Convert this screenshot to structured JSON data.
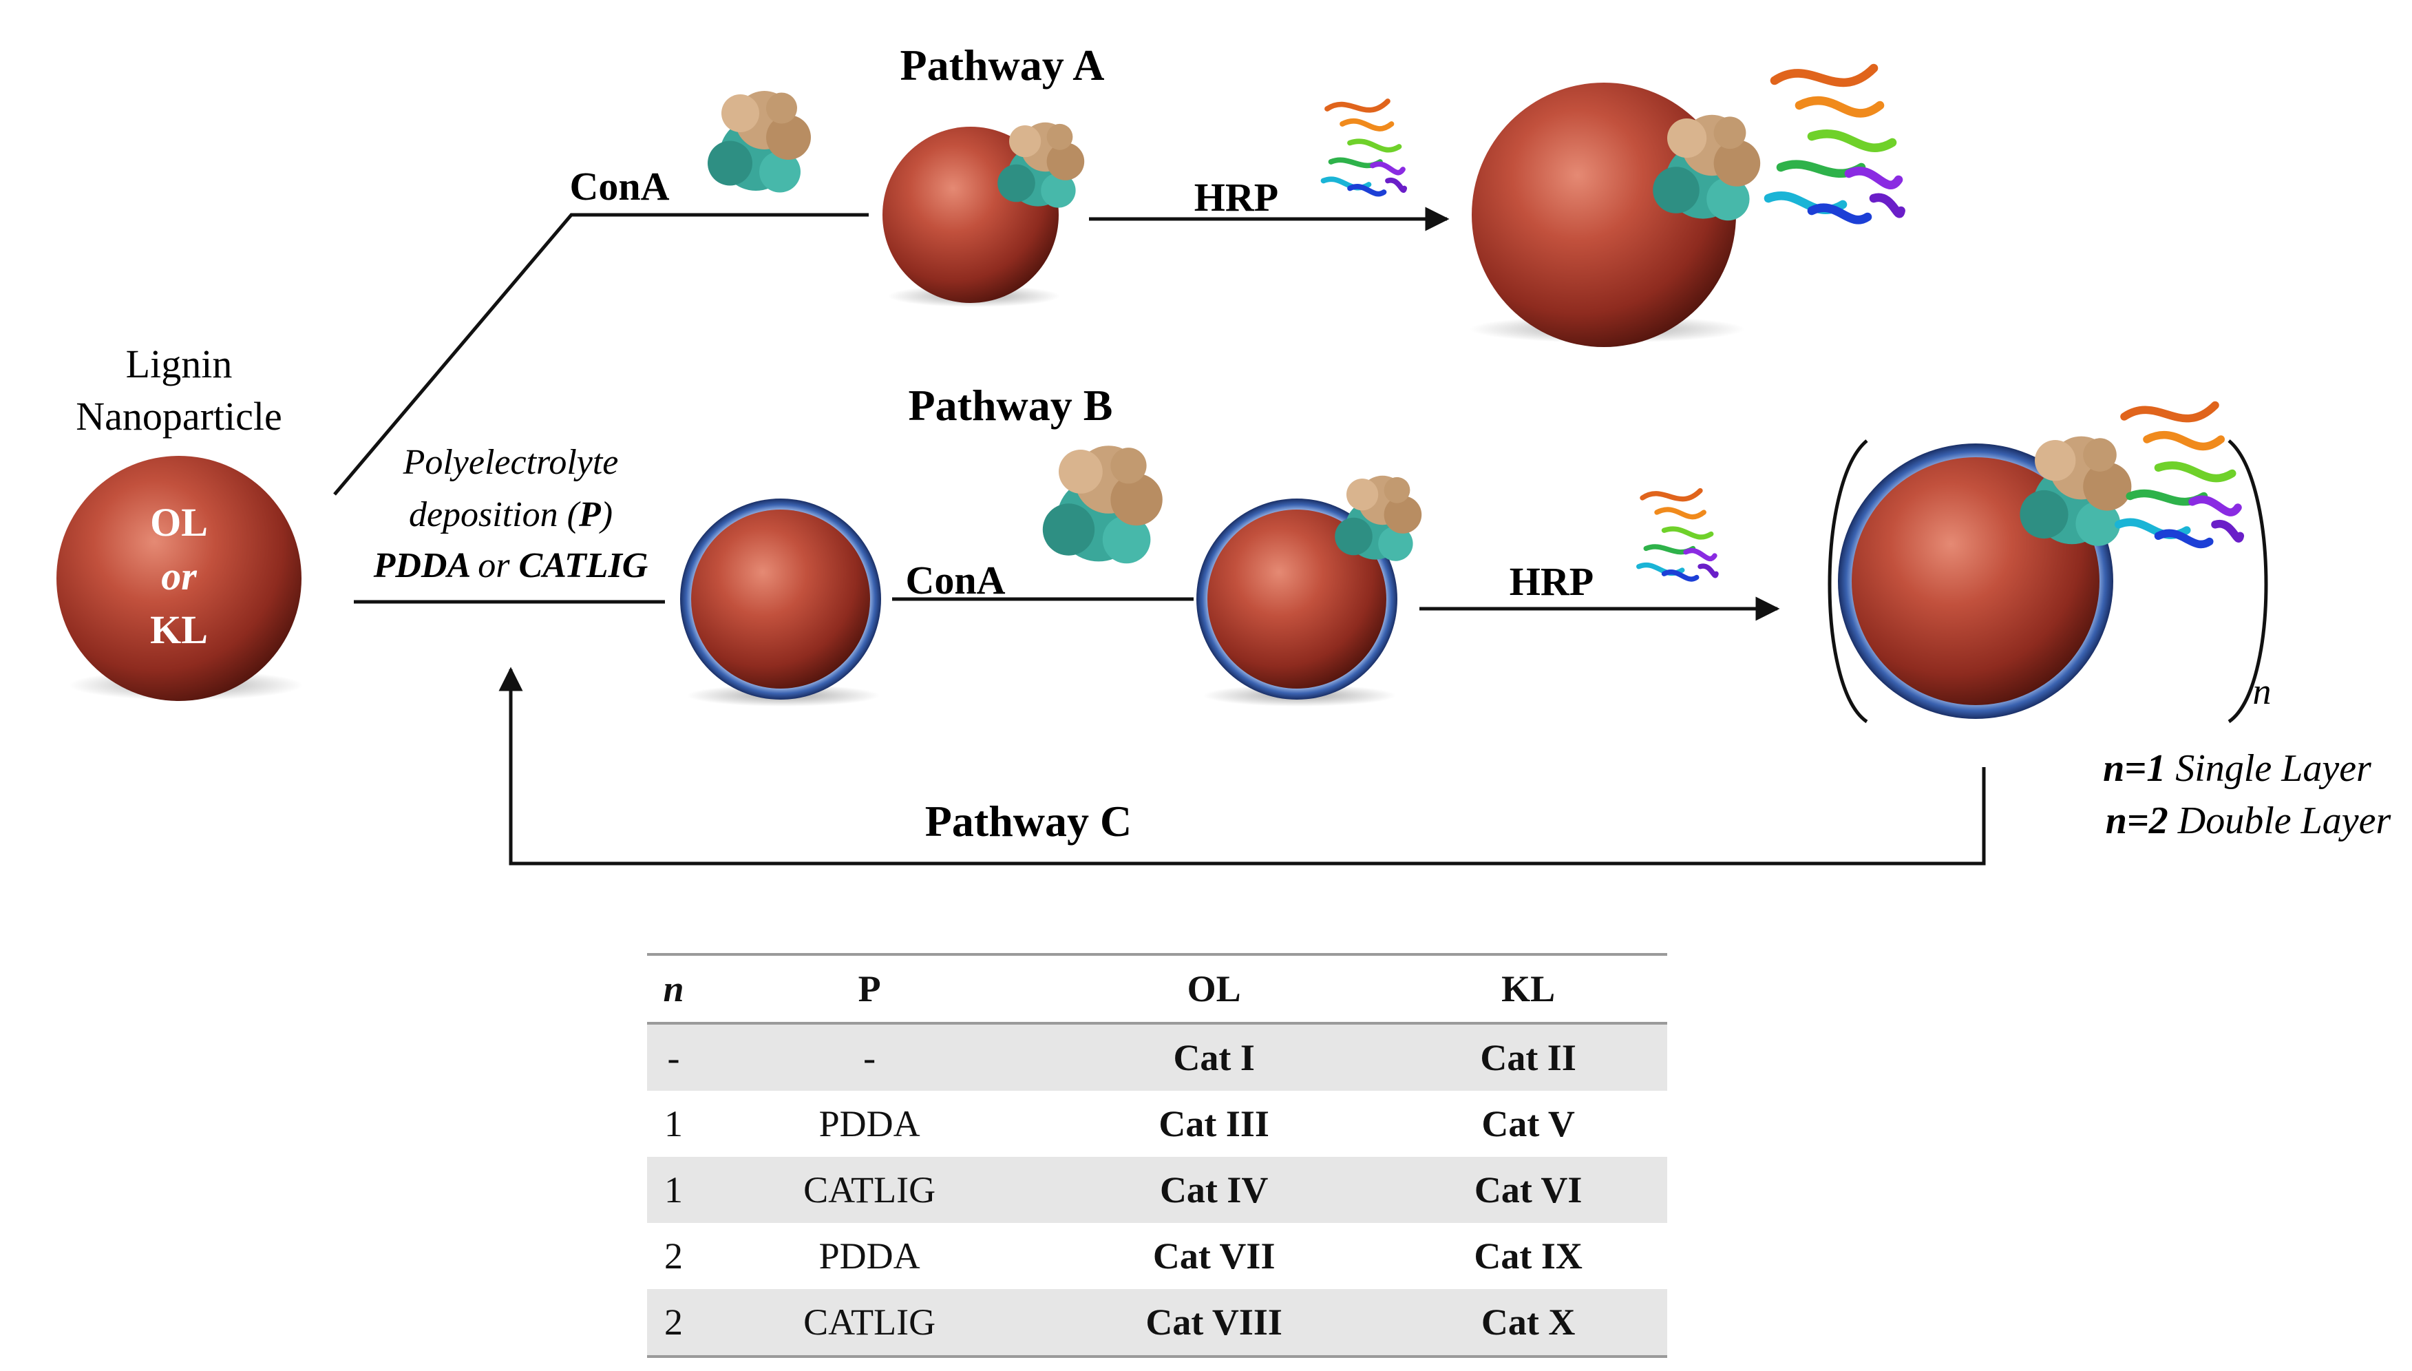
{
  "title": "",
  "nanoparticle": {
    "heading_line1": "Lignin",
    "heading_line2": "Nanoparticle",
    "core_line1": "OL",
    "core_line2": "or",
    "core_line3": "KL"
  },
  "pathways": {
    "a_label": "Pathway A",
    "b_label": "Pathway B",
    "c_label": "Pathway C"
  },
  "steps": {
    "cona": "ConA",
    "hrp": "HRP",
    "deposition_line1": "Polyelectrolyte",
    "deposition_line2_pre": "deposition (",
    "deposition_line2_p": "P",
    "deposition_line2_post": ")",
    "deposition_line3_a": "PDDA",
    "deposition_line3_or": "or",
    "deposition_line3_b": "CATLIG"
  },
  "layers": {
    "n_symbol": "n",
    "single_n": "n=1",
    "single_text": "Single Layer",
    "double_n": "n=2",
    "double_text": "Double Layer"
  },
  "colors": {
    "sphere_red": "#b13a2c",
    "shell_blue": "#3a62b0",
    "cona_teal": "#3aa79a",
    "cona_tan": "#c9a27a"
  },
  "table": {
    "headers": [
      "n",
      "P",
      "OL",
      "KL"
    ],
    "rows": [
      [
        "-",
        "-",
        "Cat I",
        "Cat II"
      ],
      [
        "1",
        "PDDA",
        "Cat III",
        "Cat V"
      ],
      [
        "1",
        "CATLIG",
        "Cat IV",
        "Cat VI"
      ],
      [
        "2",
        "PDDA",
        "Cat VII",
        "Cat IX"
      ],
      [
        "2",
        "CATLIG",
        "Cat VIII",
        "Cat X"
      ]
    ]
  }
}
